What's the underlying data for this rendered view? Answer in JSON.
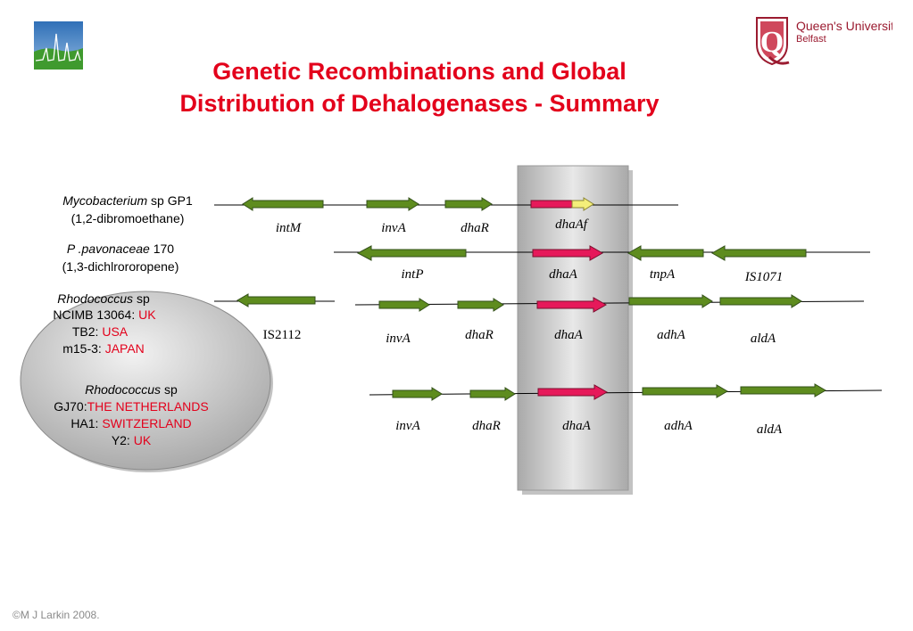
{
  "title": {
    "line1": "Genetic Recombinations and Global",
    "line2": "Distribution of Dehalogenases - Summary"
  },
  "institution": {
    "line1": "Queen's University",
    "line2": "Belfast",
    "crest_letter": "Q"
  },
  "footer": "©M J Larkin 2008.",
  "colors": {
    "title": "#e3001b",
    "gene_arrow": "#5e8c1e",
    "dhaA_arrow": "#e6195a",
    "dhaAf_tail": "#f4ef7a",
    "highlight_box": "#bdbdbd",
    "oval": "#c8c8c8",
    "country": "#e3001b"
  },
  "organisms": {
    "myco": {
      "genus": "Mycobacterium",
      "rest": " sp GP1",
      "substrate": "(1,2-dibromoethane)"
    },
    "pav": {
      "genus": "P .pavonaceae",
      "rest": " 170",
      "substrate": "(1,3-dichlrororopene)"
    },
    "rhodo1": {
      "genus": "Rhodococcus",
      "rest": " sp",
      "strains": [
        {
          "name": "NCIMB 13064: ",
          "country": "UK"
        },
        {
          "name": "TB2: ",
          "country": "USA"
        },
        {
          "name": "m15-3: ",
          "country": "JAPAN"
        }
      ]
    },
    "rhodo2": {
      "genus": "Rhodococcus",
      "rest": " sp",
      "strains": [
        {
          "name": "GJ70:",
          "country": "THE NETHERLANDS"
        },
        {
          "name": "HA1: ",
          "country": "SWITZERLAND"
        },
        {
          "name": "Y2: ",
          "country": "UK"
        }
      ]
    }
  },
  "gene_labels": {
    "intM": "intM",
    "invA": "invA",
    "dhaR": "dhaR",
    "dhaAf": "dhaAf",
    "intP": "intP",
    "dhaA": "dhaA",
    "tnpA": "tnpA",
    "IS1071": "IS1071",
    "IS2112": "IS2112",
    "adhA": "adhA",
    "aldA": "aldA"
  }
}
